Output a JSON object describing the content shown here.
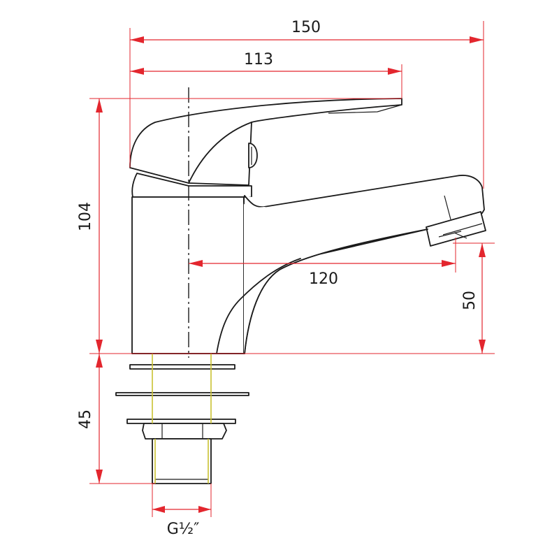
{
  "drawing": {
    "dimensions": {
      "overall_length": "150",
      "lever_length": "113",
      "spout_reach": "120",
      "body_height": "104",
      "spout_clearance": "50",
      "shank_length": "45",
      "thread_size": "G½″"
    },
    "colors": {
      "dimension": "#e3262e",
      "outline": "#1a1a1a",
      "thread": "#c9c232"
    }
  }
}
